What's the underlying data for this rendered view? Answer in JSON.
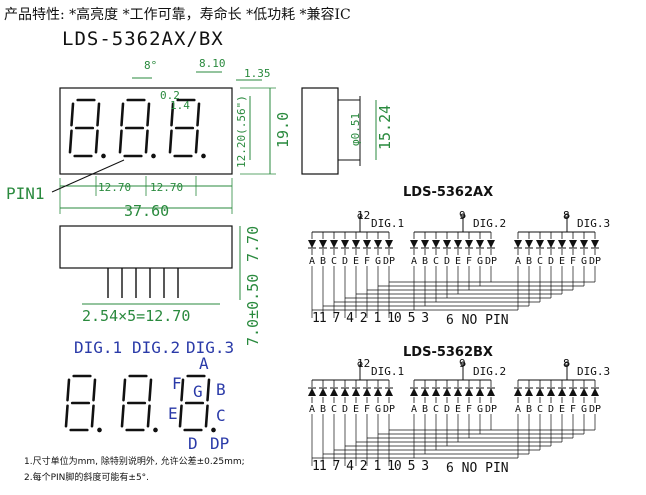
{
  "features": "产品特性: *高亮度 *工作可靠，寿命长 *低功耗 *兼容IC",
  "model_title": "LDS-5362AX/BX",
  "front_view": {
    "angle": "8°",
    "seg_width": "8.10",
    "edge": "1.35",
    "char_height": "12.20(.56\")",
    "body_height": "19.0",
    "pitch_1": "12.70",
    "pitch_2": "12.70",
    "total_width": "37.60",
    "pin1_label": "PIN1",
    "small_a": "0.2",
    "small_b": "1.4"
  },
  "side_view": {
    "pin_dia": "φ0.51",
    "pin_row": "15.24"
  },
  "bottom_view": {
    "depth": "7.70",
    "pin_len": "7.0±0.50",
    "pin_pitch": "2.54×5=12.70"
  },
  "segment_legend": {
    "dig1": "DIG.1",
    "dig2": "DIG.2",
    "dig3": "DIG.3",
    "a": "A",
    "b": "B",
    "c": "C",
    "d": "D",
    "dp": "DP",
    "e": "E",
    "f": "F",
    "g": "G"
  },
  "circuit_ax": {
    "title": "LDS-5362AX",
    "com_pins": [
      "12",
      "9",
      "8"
    ],
    "digits": [
      "DIG.1",
      "DIG.2",
      "DIG.3"
    ],
    "segments": [
      "A",
      "B",
      "C",
      "D",
      "E",
      "F",
      "G",
      "DP"
    ],
    "pin_numbers": "11 7 4 2 1 10 5 3",
    "nc": "6  NO PIN"
  },
  "circuit_bx": {
    "title": "LDS-5362BX",
    "com_pins": [
      "12",
      "9",
      "8"
    ],
    "digits": [
      "DIG.1",
      "DIG.2",
      "DIG.3"
    ],
    "segments": [
      "A",
      "B",
      "C",
      "D",
      "E",
      "F",
      "G",
      "DP"
    ],
    "pin_numbers": "11 7 4 2 1 10 5 3",
    "nc": "6  NO PIN"
  },
  "notes": [
    "1.尺寸单位为mm, 除特别说明外, 允许公差±0.25mm;",
    "2.每个PIN脚的斜度可能有±5°."
  ],
  "colors": {
    "dim_line": "#2a8a3e",
    "label_blue": "#2a3aa8",
    "outline": "#111111"
  }
}
